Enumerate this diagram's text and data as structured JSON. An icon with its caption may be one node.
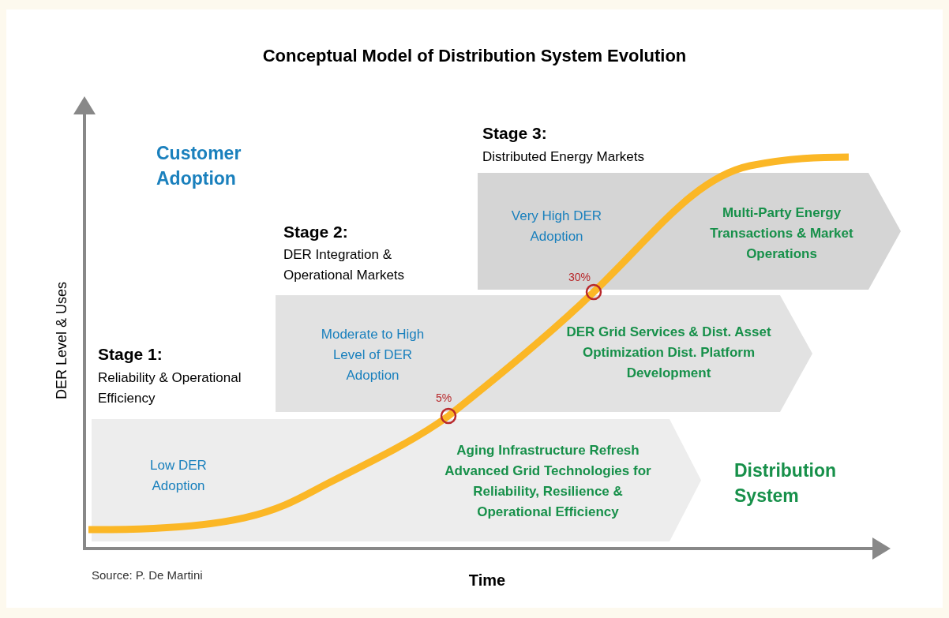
{
  "diagram": {
    "title": "Conceptual Model of Distribution System Evolution",
    "nodes": [
      {
        "text": [
          "Very High DER Adoption",
          "Multi-Party Energy Transactions & Market Operations"
        ]
      },
      {
        "text": [
          "Moderate to High Level of DER Adoption",
          "DER Grid Services & Dist. Asset Optimization Dist. Platform Development"
        ]
      },
      {
        "text": [
          "Low DER Adoption",
          "Aging Infrastructure Refresh Advanced Grid Technologies for Reliability, Resilience & Operational Efficiency"
        ]
      }
    ],
    "labels": [
      "Stage 3:",
      "Distributed Energy Markets",
      "Customer Adoption",
      "Stage 2:",
      "DER Integration & Operational Markets",
      "30%",
      "Stage 1:",
      "Reliability & Operational Efficiency",
      "5%",
      "Distribution System",
      "DER Level & Uses",
      "Source: P. De Martini",
      "Time"
    ]
  }
}
